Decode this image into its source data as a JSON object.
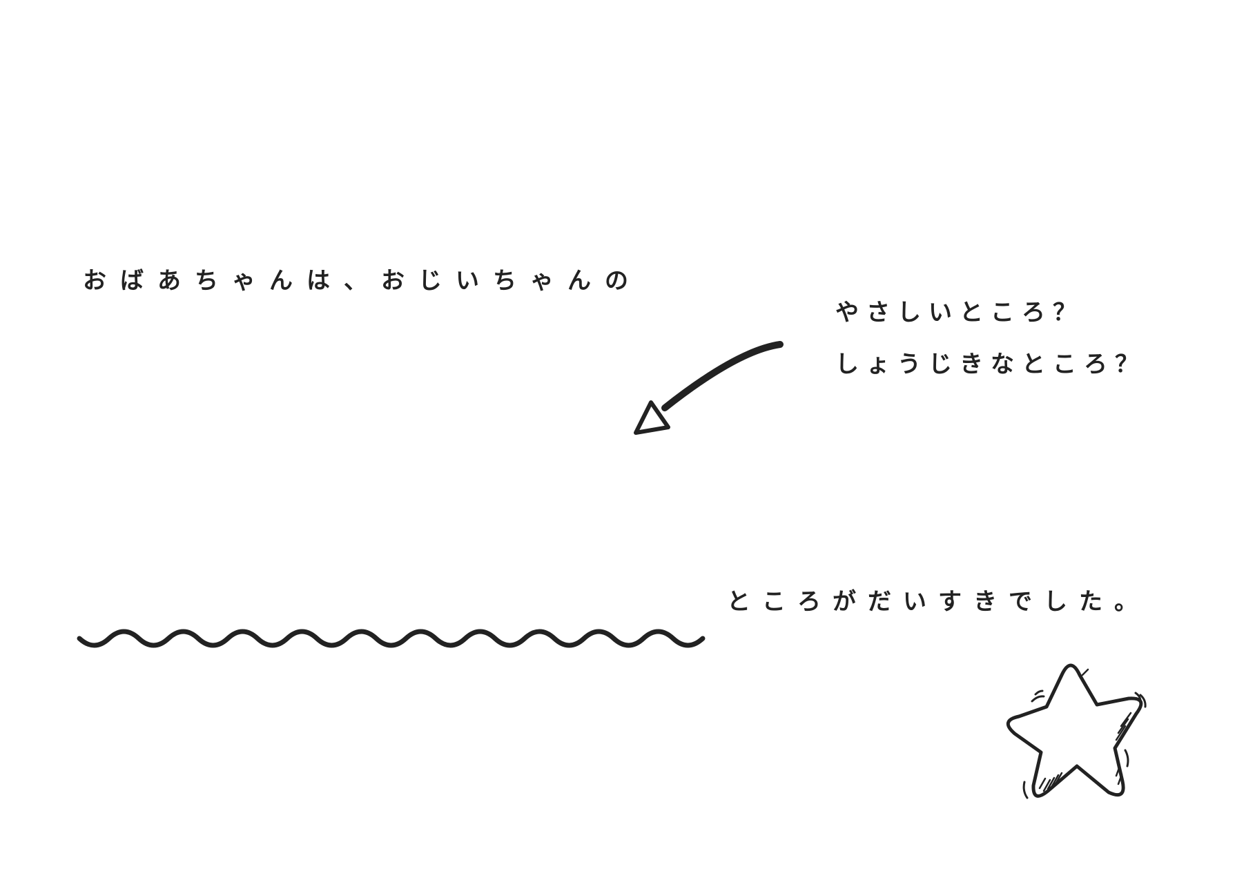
{
  "message": {
    "line1": "おばあちゃんは、おじいちゃんの",
    "examples": [
      "やさしいところ？",
      "しょうじきなところ？"
    ],
    "closing": "ところがだいすきでした。"
  },
  "decorations": {
    "arrow": "curved-arrow-icon",
    "underline": "wavy-line",
    "star": "star-doodle-icon"
  },
  "colors": {
    "ink": "#222222",
    "background": "#ffffff"
  }
}
